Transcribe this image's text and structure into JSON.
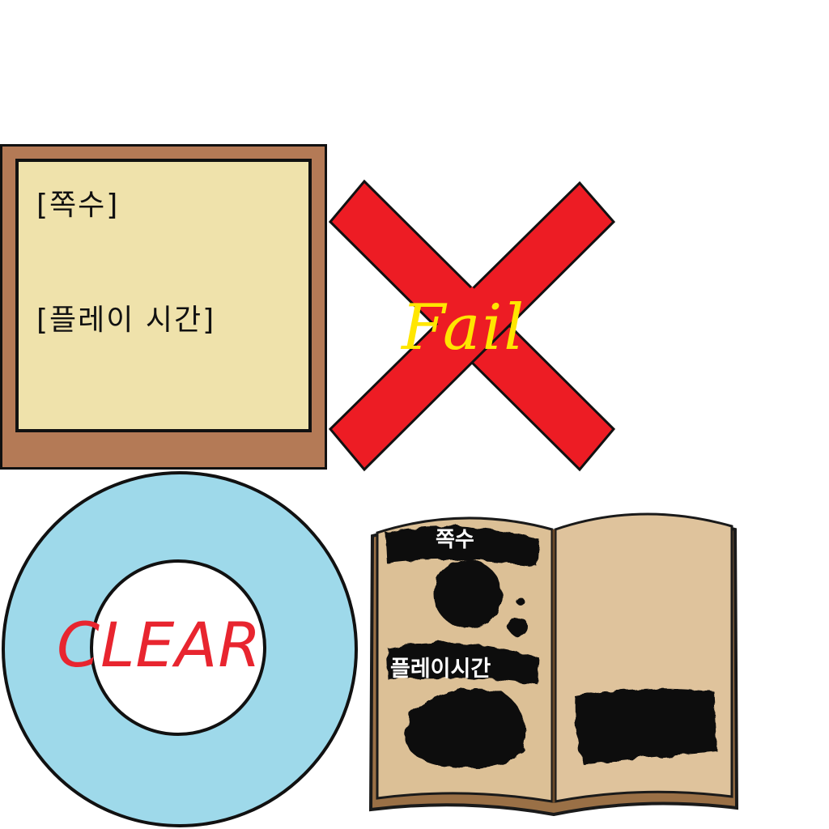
{
  "stats_board": {
    "steps_label": "[쪽수]",
    "play_time_label": "[플레이 시간]"
  },
  "fail_mark": {
    "text": "Fail",
    "cross_color": "#ed1c24",
    "text_color": "#ffe600"
  },
  "clear_ring": {
    "text": "CLEAR",
    "ring_color": "#9ed9ea",
    "text_color": "#e8252f"
  },
  "record_book": {
    "steps_label": "쪽수",
    "play_time_label": "플레이시간"
  }
}
